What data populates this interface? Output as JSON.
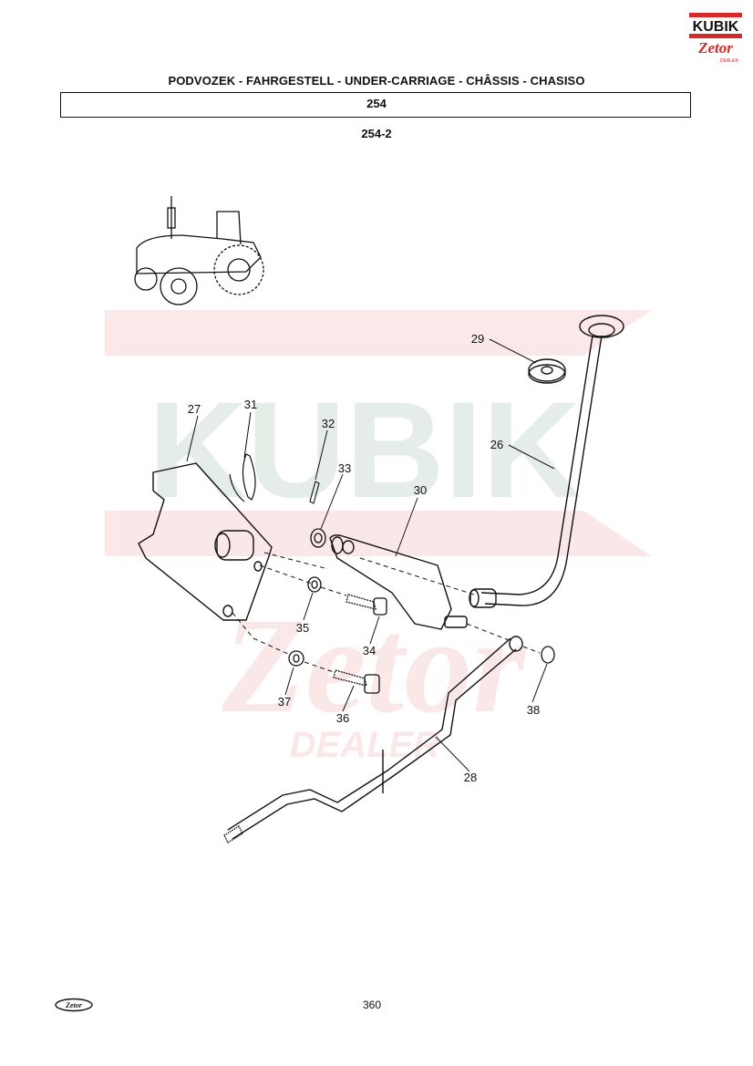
{
  "header": {
    "title": "PODVOZEK - FAHRGESTELL - UNDER-CARRIAGE - CHÂSSIS - CHASISO",
    "section": "254",
    "subsection": "254-2"
  },
  "logo": {
    "brand": "KUBIK",
    "sub_brand": "Zetor",
    "dealer": "DEALER",
    "red": "#d42a2a"
  },
  "watermark": {
    "brand": "KUBIK",
    "sub_brand": "Zetor",
    "dealer": "DEALER"
  },
  "callouts": {
    "p26": "26",
    "p27": "27",
    "p28": "28",
    "p29": "29",
    "p30": "30",
    "p31": "31",
    "p32": "32",
    "p33": "33",
    "p34": "34",
    "p35": "35",
    "p36": "36",
    "p37": "37",
    "p38": "38"
  },
  "footer": {
    "page_number": "360",
    "logo_text": "Zetor"
  }
}
